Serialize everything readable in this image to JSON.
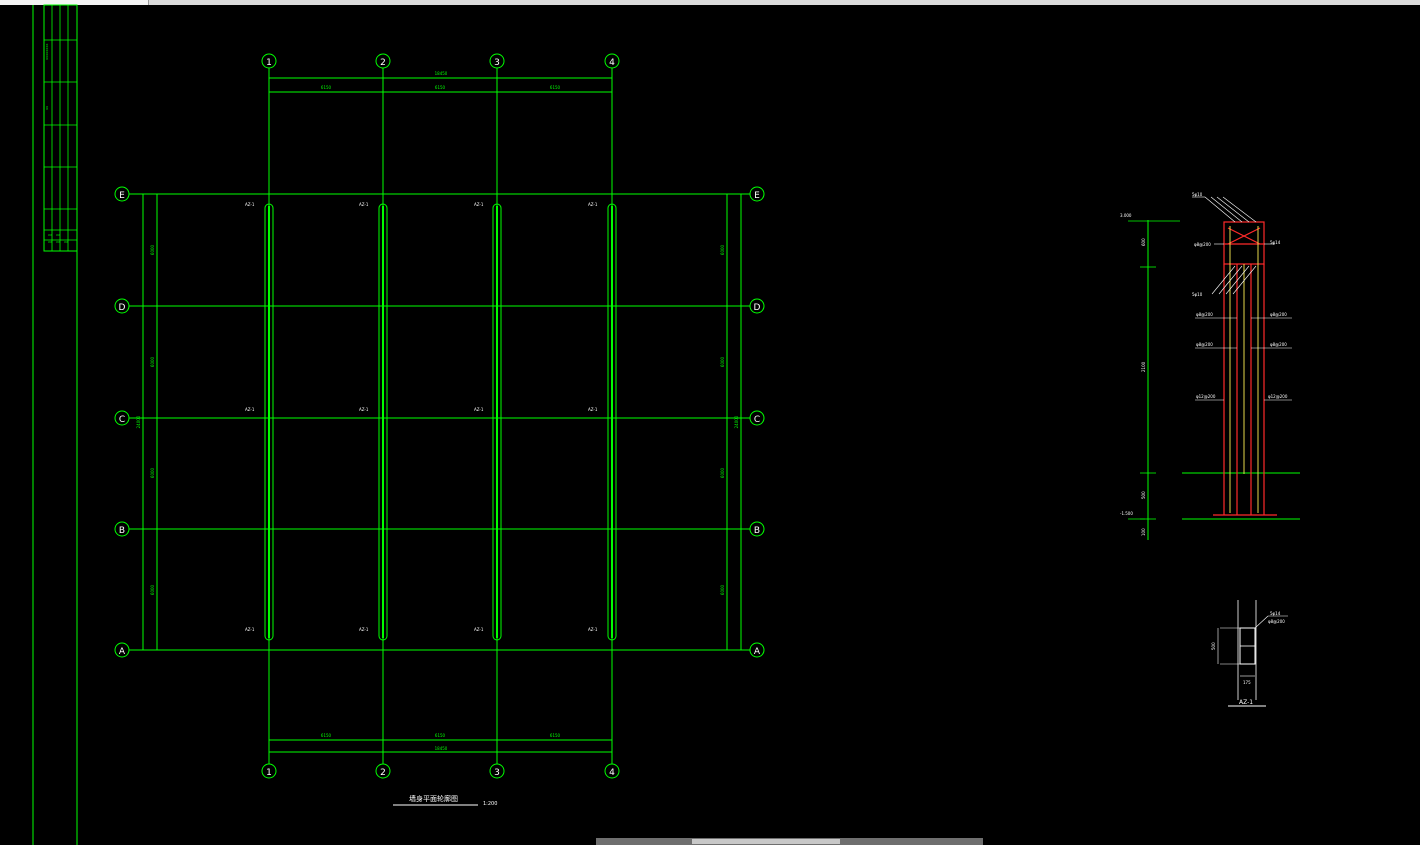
{
  "colors": {
    "background": "#000000",
    "grid_line": "#00ff00",
    "column": "#00ff00",
    "detail_red": "#ff2a2a",
    "detail_yellow": "#e6d84a",
    "label": "#ffffff"
  },
  "plan": {
    "top_axes": [
      "1",
      "2",
      "3",
      "4"
    ],
    "bottom_axes": [
      "1",
      "2",
      "3",
      "4"
    ],
    "row_axes": [
      "E",
      "D",
      "C",
      "B",
      "A"
    ],
    "top_total": "18450",
    "top_spans": [
      "6150",
      "6150",
      "6150"
    ],
    "bottom_spans": [
      "6150",
      "6150",
      "6150"
    ],
    "bottom_total": "18450",
    "left_spans": [
      "6000",
      "6000",
      "6000",
      "6000"
    ],
    "left_total": "24000",
    "right_spans": [
      "6000",
      "6000",
      "6000",
      "6000"
    ],
    "right_total": "24000",
    "column_tag": "AZ-1",
    "title": "墙身平面轮廓图",
    "scale": "1:200"
  },
  "section": {
    "levels": [
      "3.000",
      "-1.500"
    ],
    "dims": [
      "600",
      "2100",
      "500",
      "100"
    ],
    "labels": [
      "5φ10",
      "φ8@200",
      "5φ10",
      "5φ14",
      "φ8@200",
      "φ8@200",
      "φ8@200",
      "φ8@200",
      "φ12@200",
      "φ12@200"
    ]
  },
  "detail": {
    "title": "AZ-1",
    "dim_w": "175",
    "dim_h": "500",
    "labels": [
      "5φ14",
      "φ8@200"
    ]
  },
  "title_block": {
    "labels": [
      "XXXXXXXX",
      "XX",
      "XX",
      "XX",
      "XX",
      "XX",
      "XX"
    ]
  }
}
